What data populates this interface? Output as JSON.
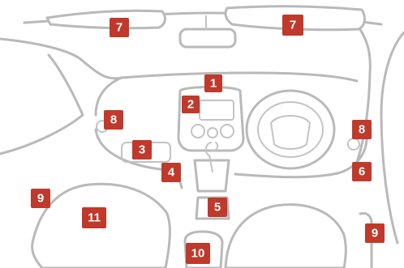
{
  "colors": {
    "badge": "#c0392b",
    "badge_text": "#ffffff",
    "line": "#b9b9b9"
  },
  "badges": [
    {
      "id": "sun-visor-left",
      "label": "7"
    },
    {
      "id": "sun-visor-right",
      "label": "7"
    },
    {
      "id": "dashboard-top",
      "label": "1"
    },
    {
      "id": "center-display",
      "label": "2"
    },
    {
      "id": "air-vent-left",
      "label": "8"
    },
    {
      "id": "air-vent-right",
      "label": "8"
    },
    {
      "id": "glove-box",
      "label": "3"
    },
    {
      "id": "lower-panel",
      "label": "4"
    },
    {
      "id": "right-lower-panel",
      "label": "6"
    },
    {
      "id": "center-console",
      "label": "5"
    },
    {
      "id": "door-left",
      "label": "9"
    },
    {
      "id": "door-right",
      "label": "9"
    },
    {
      "id": "seat-back",
      "label": "11"
    },
    {
      "id": "armrest",
      "label": "10"
    }
  ]
}
